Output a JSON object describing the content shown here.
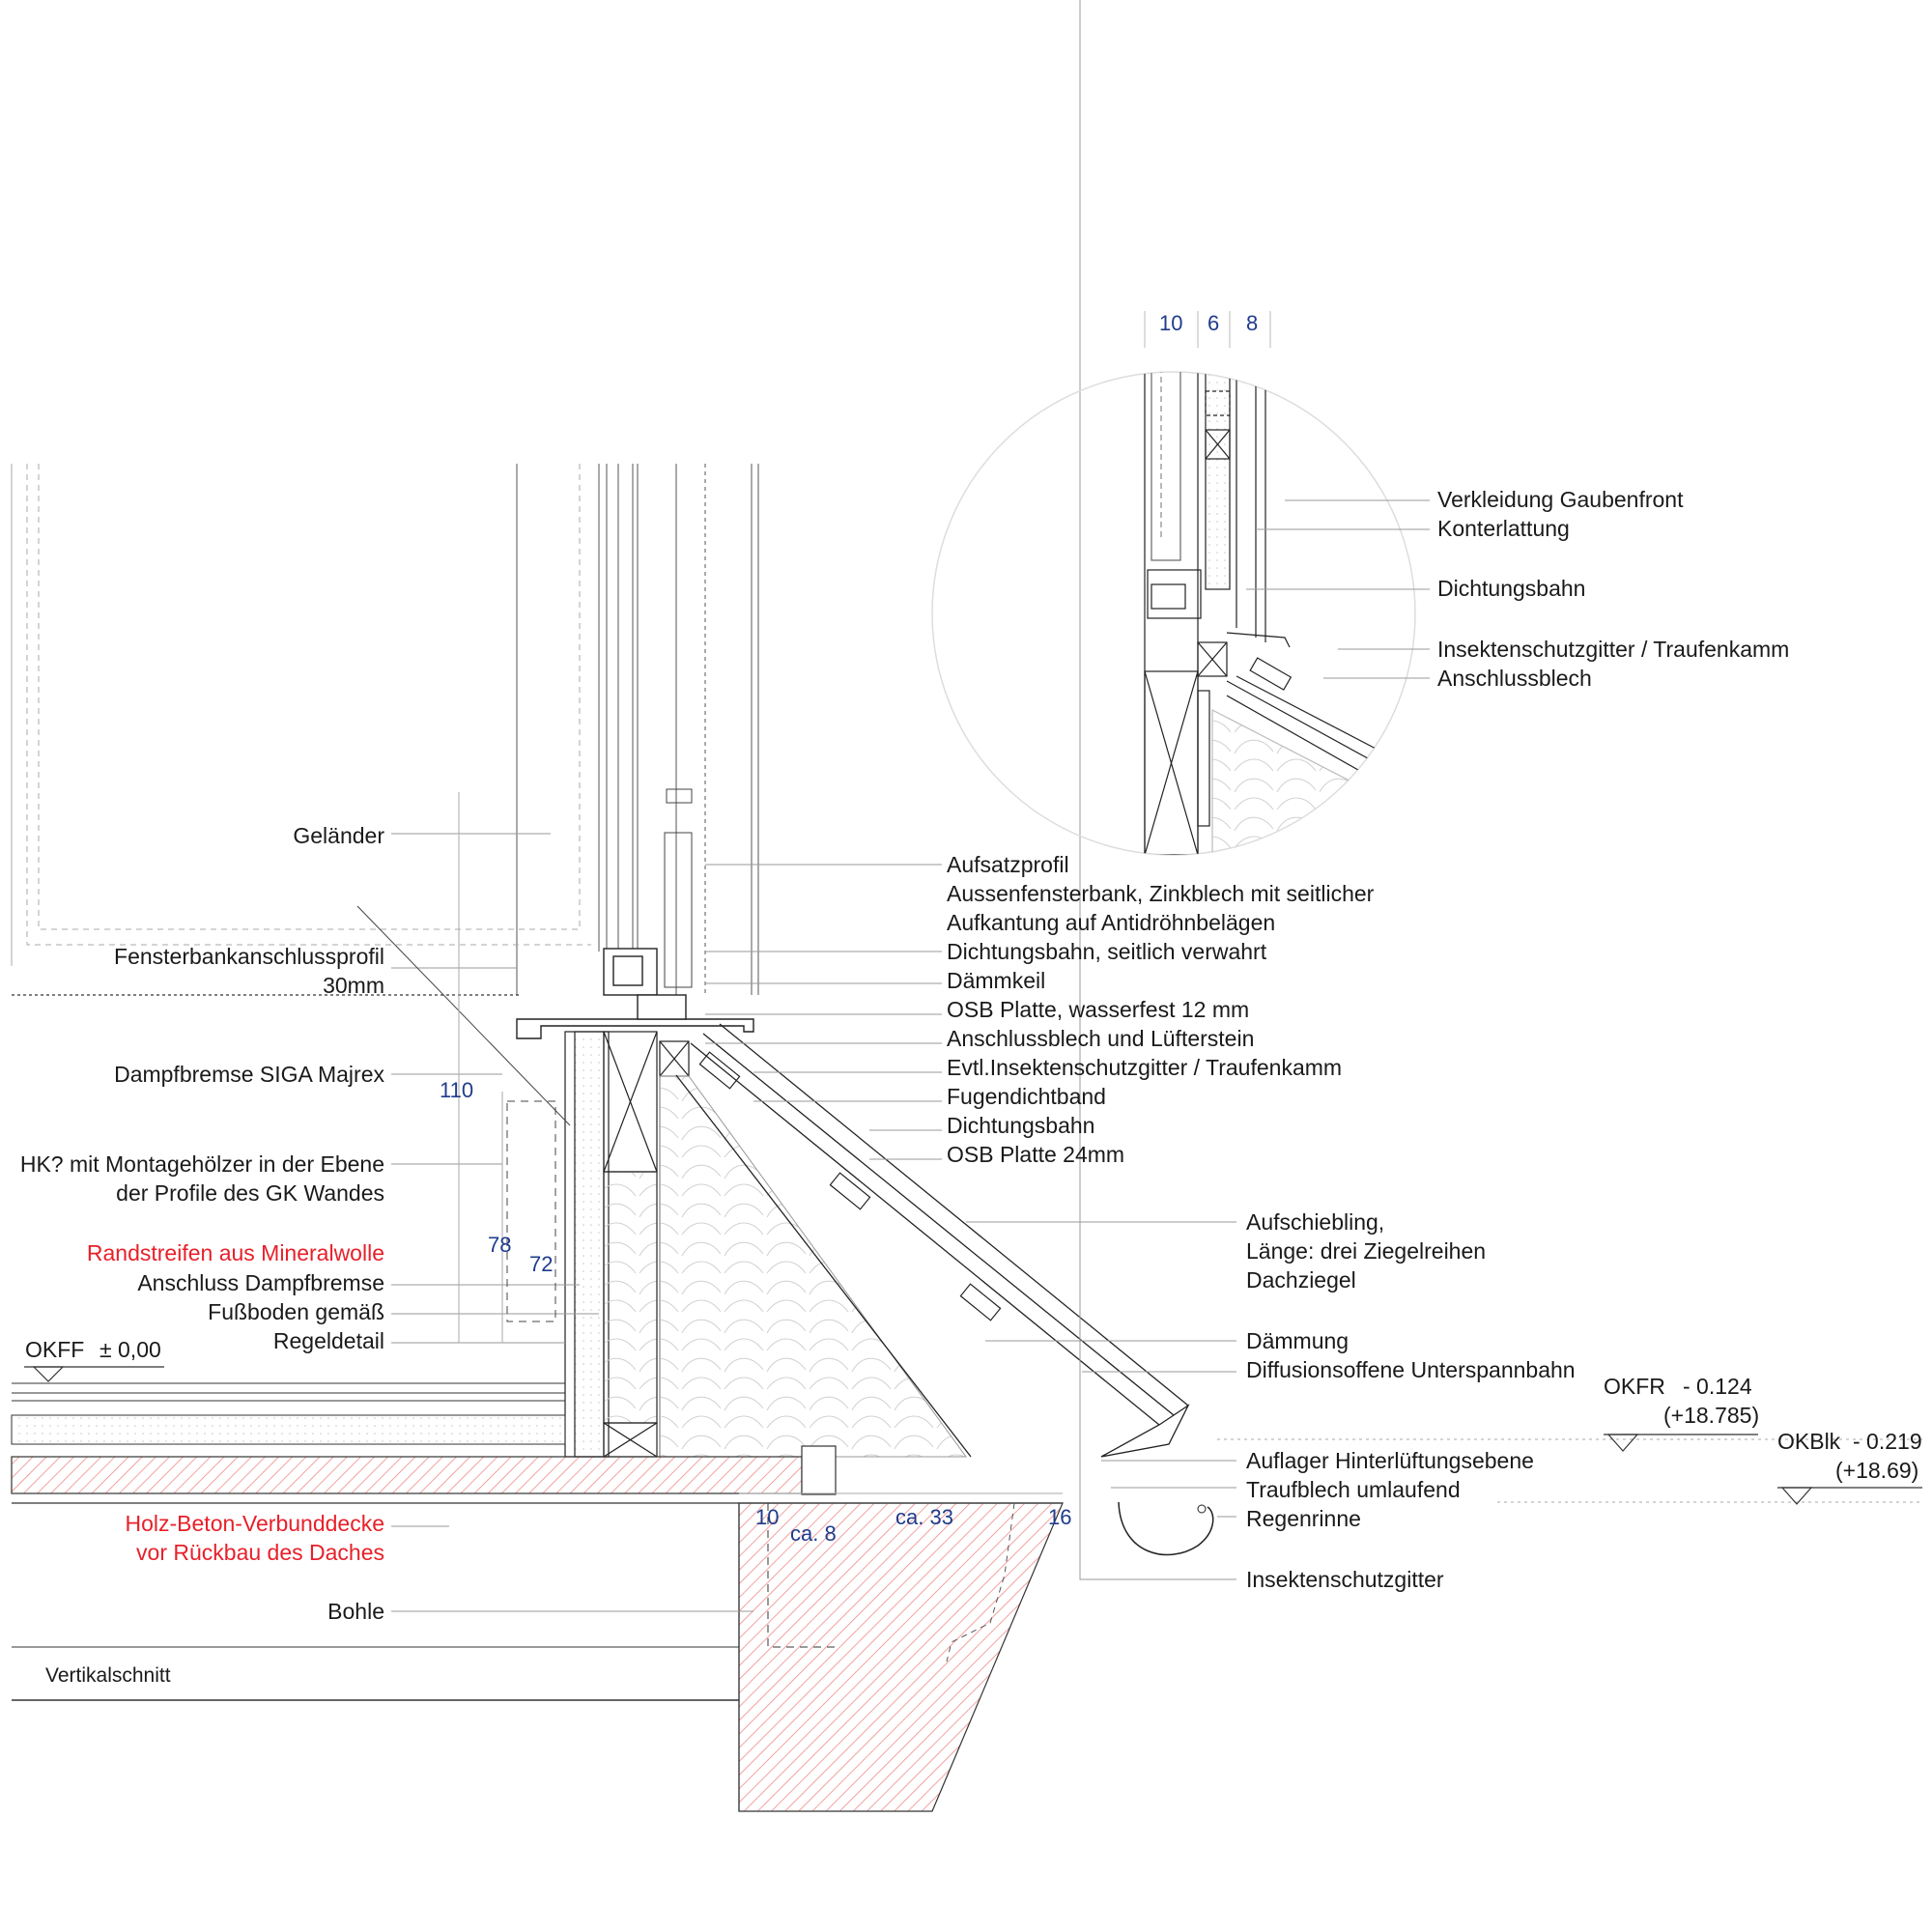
{
  "labels_left": [
    {
      "id": "gelaender",
      "text": "Geländer",
      "red": false
    },
    {
      "id": "fbap1",
      "text": "Fensterbankanschlussprofil",
      "red": false
    },
    {
      "id": "fbap2",
      "text": "30mm",
      "red": false
    },
    {
      "id": "dampf",
      "text": "Dampfbremse SIGA Majrex",
      "red": false
    },
    {
      "id": "hk1",
      "text": "HK? mit Montagehölzer in der Ebene",
      "red": false
    },
    {
      "id": "hk2",
      "text": "der Profile des GK Wandes",
      "red": false
    },
    {
      "id": "rand",
      "text": "Randstreifen aus Mineralwolle",
      "red": true
    },
    {
      "id": "anschl",
      "text": "Anschluss Dampfbremse",
      "red": false
    },
    {
      "id": "fuss1",
      "text": "Fußboden gemäß",
      "red": false
    },
    {
      "id": "fuss2",
      "text": "Regeldetail",
      "red": false
    },
    {
      "id": "hbv1",
      "text": "Holz-Beton-Verbunddecke",
      "red": true
    },
    {
      "id": "hbv2",
      "text": "vor Rückbau des Daches",
      "red": true
    },
    {
      "id": "bohle",
      "text": "Bohle",
      "red": false
    }
  ],
  "labels_middle": [
    "Aufsatzprofil",
    "Aussenfensterbank, Zinkblech mit seitlicher",
    "Aufkantung auf Antidröhnbelägen",
    "Dichtungsbahn, seitlich verwahrt",
    "Dämmkeil",
    "OSB Platte, wasserfest 12 mm",
    "Anschlussblech und Lüfterstein",
    "Evtl.Insektenschutzgitter / Traufenkamm",
    "Fugendichtband",
    "Dichtungsbahn",
    "OSB Platte 24mm"
  ],
  "labels_right": [
    "Aufschiebling,",
    "Länge: drei Ziegelreihen",
    "Dachziegel",
    "Dämmung",
    "Diffusionsoffene Unterspannbahn",
    "Auflager Hinterlüftungsebene",
    "Traufblech umlaufend",
    "Regenrinne",
    "Insektenschutzgitter"
  ],
  "labels_detail": [
    "Verkleidung Gaubenfront",
    "Konterlattung",
    "Dichtungsbahn",
    "Insektenschutzgitter / Traufenkamm",
    "Anschlussblech"
  ],
  "section_title": "Vertikalschnitt",
  "levels": {
    "okff_name": "OKFF",
    "okff_value": "± 0,00",
    "okfr_name": "OKFR",
    "okfr_value": "- 0.124",
    "okfr_abs": "(+18.785)",
    "okblk_name": "OKBlk",
    "okblk_value": "- 0.219",
    "okblk_abs": "(+18.69)"
  },
  "dimensions": {
    "d110": "110",
    "d78": "78",
    "d72": "72",
    "d10": "10",
    "dca8": "ca. 8",
    "dca33": "ca. 33",
    "d16": "16",
    "top10": "10",
    "top6": "6",
    "top8": "8"
  },
  "colors": {
    "ink": "#1a1a1a",
    "red": "#e8202a",
    "dim": "#1f3c8c",
    "hatch": "#f08a8a"
  }
}
